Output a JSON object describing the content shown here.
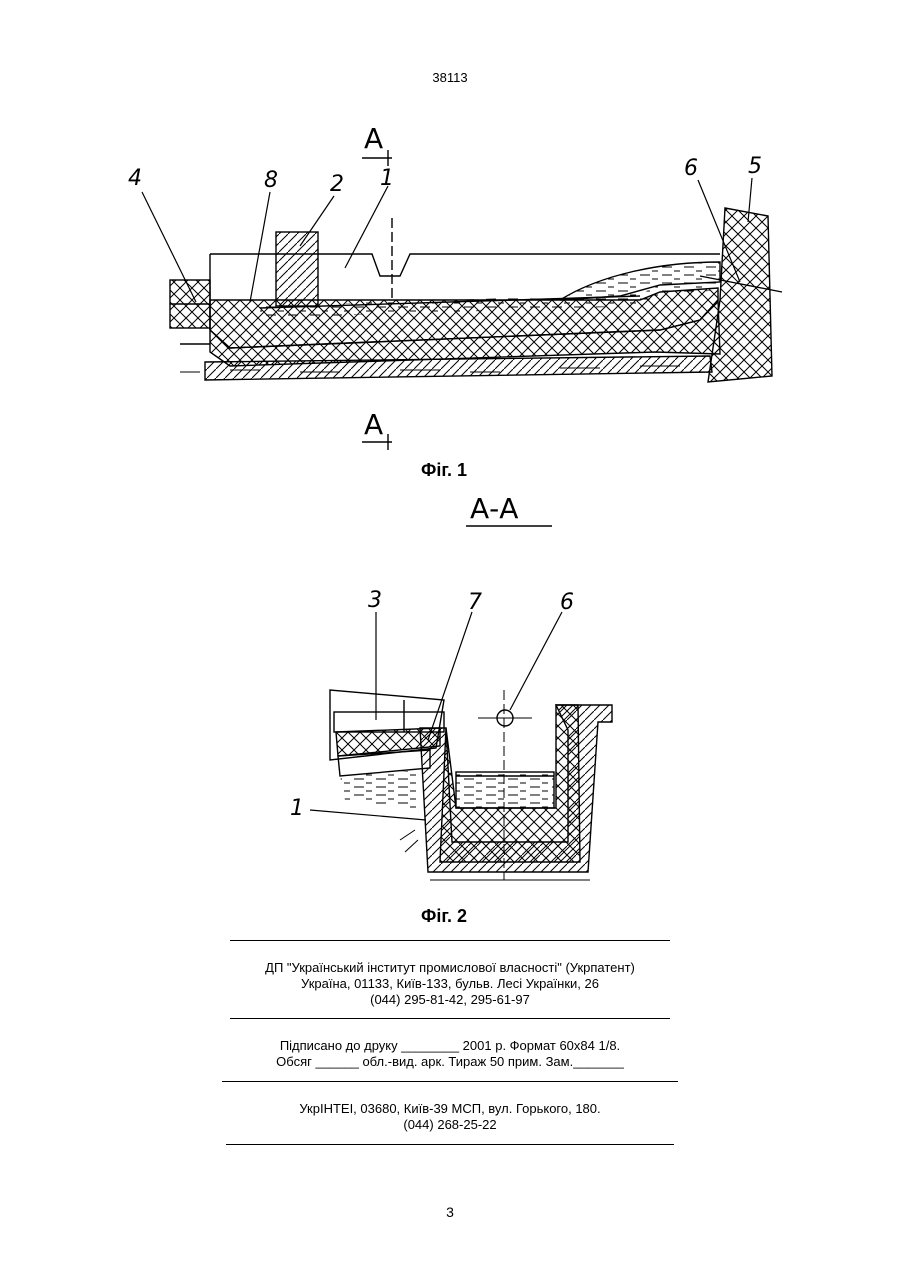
{
  "document": {
    "doc_number": "38113",
    "page_number": "3"
  },
  "figure1": {
    "caption": "Фіг. 1",
    "section_mark": "А",
    "labels": [
      "4",
      "8",
      "2",
      "1",
      "6",
      "5"
    ]
  },
  "figure2": {
    "section_title": "А-А",
    "caption": "Фіг. 2",
    "labels": [
      "3",
      "7",
      "6",
      "1"
    ]
  },
  "publisher": {
    "line1": "ДП \"Український інститут промислової власності\" (Укрпатент)",
    "line2": "Україна, 01133, Київ-133, бульв. Лесі Українки, 26",
    "line3": "(044) 295-81-42, 295-61-97"
  },
  "print_info": {
    "line1": "Підписано до друку ________ 2001 р.    Формат 60х84 1/8.",
    "line2": "Обсяг ______ обл.-вид. арк.   Тираж 50 прим.    Зам._______"
  },
  "printer": {
    "line1": "УкрІНТЕІ, 03680, Київ-39 МСП, вул. Горького, 180.",
    "line2": "(044) 268-25-22"
  }
}
